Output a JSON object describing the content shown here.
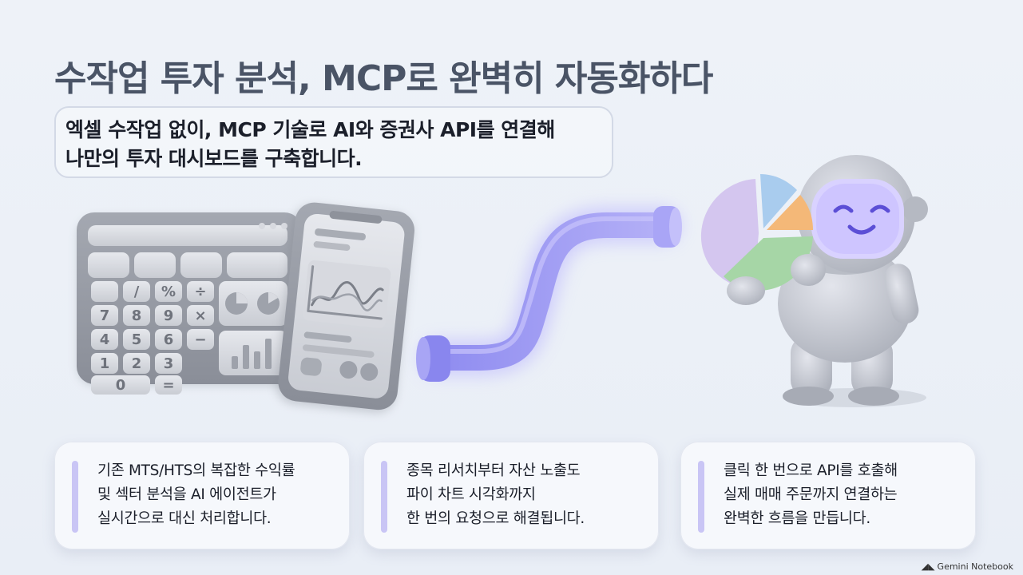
{
  "title": "수작업 투자 분석, MCP로 완벽히 자동화하다",
  "subtitle": {
    "line1": "엑셀 수작업 없이, MCP 기술로 AI와 증권사 API를 연결해",
    "line2": "나만의 투자 대시보드를 구축합니다."
  },
  "cards": [
    {
      "lines": [
        "기존 MTS/HTS의 복잡한 수익률",
        "및 섹터 분석을 AI 에이전트가",
        "실시간으로 대신 처리합니다."
      ]
    },
    {
      "lines": [
        "종목 리서치부터 자산 노출도",
        "파이 차트 시각화까지",
        "한 번의 요청으로 해결됩니다."
      ]
    },
    {
      "lines": [
        "클릭 한 번으로 API를 호출해",
        "실제 매매 주문까지 연결하는",
        "완벽한 흐름을 만듭니다."
      ]
    }
  ],
  "calculator_keys": [
    "/",
    "%",
    "÷",
    "7",
    "8",
    "9",
    "×",
    "4",
    "5",
    "6",
    "−",
    "1",
    "2",
    "3",
    "0",
    "="
  ],
  "watermark": "Gemini Notebook",
  "colors": {
    "title": "#4a5466",
    "card_bar": "#c9c5f5",
    "pipe": "#9f9cf2",
    "robot_eye": "#c9c0ff",
    "pie": [
      "#d4c6ef",
      "#a9ccee",
      "#f4b878",
      "#a6d6a6"
    ]
  }
}
